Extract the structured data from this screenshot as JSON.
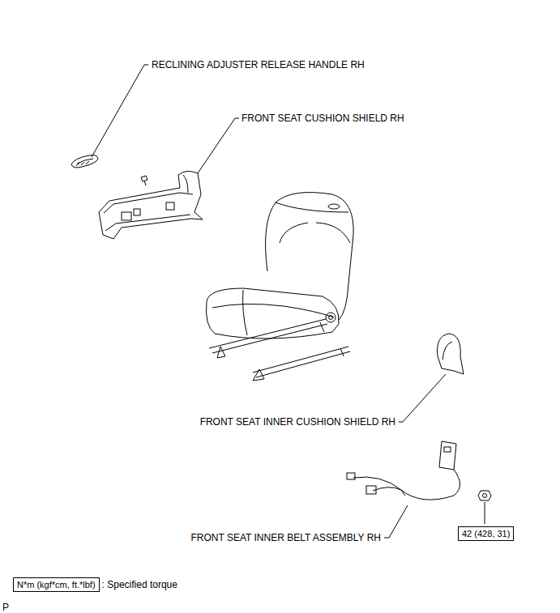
{
  "diagram": {
    "nodes": [
      {
        "text": [
          "42 (428, 31)"
        ]
      },
      {
        "text": [
          "N*m (kgf*cm, ft.*lbf)"
        ]
      }
    ],
    "labels": [
      "RECLINING ADJUSTER RELEASE HANDLE RH",
      "FRONT SEAT CUSHION SHIELD RH",
      "FRONT SEAT INNER CUSHION SHIELD RH",
      "FRONT SEAT INNER BELT ASSEMBLY RH",
      ": Specified torque",
      "P"
    ]
  }
}
